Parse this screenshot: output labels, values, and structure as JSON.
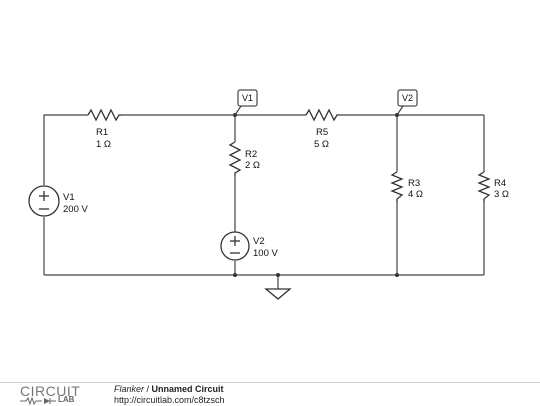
{
  "circuit": {
    "components": [
      {
        "id": "R1",
        "name": "R1",
        "value": "1 Ω"
      },
      {
        "id": "R2",
        "name": "R2",
        "value": "2 Ω"
      },
      {
        "id": "R3",
        "name": "R3",
        "value": "4 Ω"
      },
      {
        "id": "R4",
        "name": "R4",
        "value": "3 Ω"
      },
      {
        "id": "R5",
        "name": "R5",
        "value": "5 Ω"
      },
      {
        "id": "V1",
        "name": "V1",
        "value": "200 V"
      },
      {
        "id": "V2",
        "name": "V2",
        "value": "100 V"
      }
    ],
    "probes": [
      {
        "id": "probe1",
        "label": "V1"
      },
      {
        "id": "probe2",
        "label": "V2"
      }
    ]
  },
  "footer": {
    "logo_top": "CIRCUIT",
    "logo_bottom": "LAB",
    "author": "Flanker",
    "separator": " / ",
    "title": "Unnamed Circuit",
    "url": "http://circuitlab.com/c8tzsch"
  }
}
